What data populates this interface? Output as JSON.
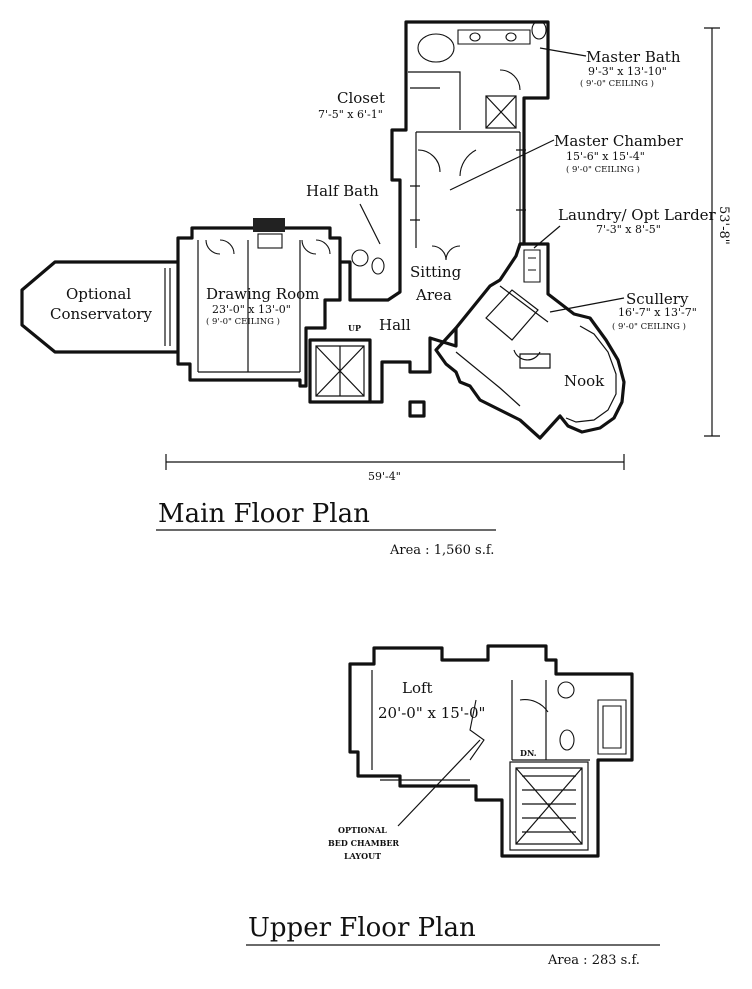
{
  "main_floor": {
    "title": "Main Floor Plan",
    "area": "Area : 1,560 s.f.",
    "width_dim": "59'-4\"",
    "depth_dim": "53'-8\"",
    "rooms": {
      "master_bath": {
        "name": "Master Bath",
        "size": "9'-3\" x 13'-10\"",
        "ceiling": "( 9'-0\" CEILING )"
      },
      "closet": {
        "name": "Closet",
        "size": "7'-5\" x 6'-1\""
      },
      "master_chamber": {
        "name": "Master Chamber",
        "size": "15'-6\" x 15'-4\"",
        "ceiling": "( 9'-0\" CEILING )"
      },
      "half_bath": {
        "name": "Half Bath"
      },
      "laundry": {
        "name": "Laundry/ Opt Larder",
        "size": "7'-3\" x 8'-5\""
      },
      "conservatory": {
        "line1": "Optional",
        "line2": "Conservatory"
      },
      "drawing_room": {
        "name": "Drawing Room",
        "size": "23'-0\" x 13'-0\"",
        "ceiling": "( 9'-0\" CEILING )"
      },
      "sitting": {
        "line1": "Sitting",
        "line2": "Area"
      },
      "hall": {
        "name": "Hall"
      },
      "stair_up": "UP",
      "scullery": {
        "name": "Scullery",
        "size": "16'-7\" x 13'-7\"",
        "ceiling": "( 9'-0\" CEILING )"
      },
      "nook": {
        "name": "Nook"
      }
    }
  },
  "upper_floor": {
    "title": "Upper Floor Plan",
    "area": "Area : 283 s.f.",
    "loft": {
      "name": "Loft",
      "size": "20'-0\" x 15'-0\""
    },
    "stair_down": "DN.",
    "optional_note": {
      "line1": "OPTIONAL",
      "line2": "BED CHAMBER",
      "line3": "LAYOUT"
    }
  }
}
